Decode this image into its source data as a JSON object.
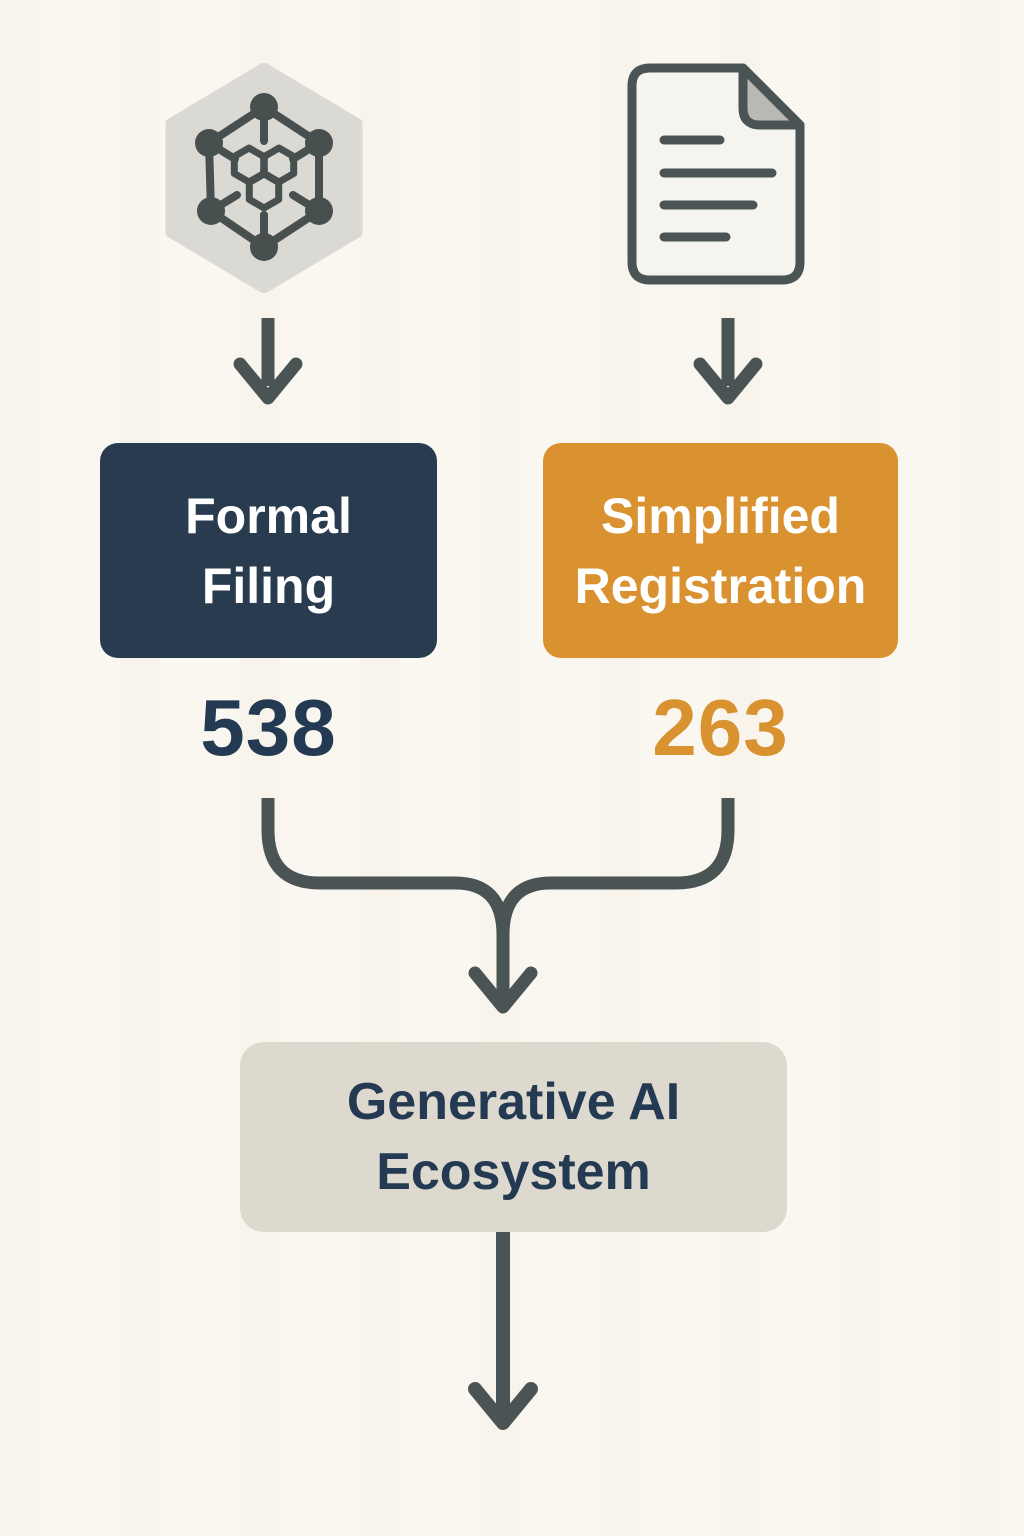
{
  "diagram": {
    "type": "flowchart-infographic",
    "palette": {
      "background": "#faf7f0",
      "navy_box": "#293b4e",
      "orange_box": "#d9922f",
      "navy_text": "#243a52",
      "orange_text": "#d8922f",
      "connector_slate": "#4b5454",
      "ecosystem_box_bg": "#ddd9ce",
      "icon_badge_bg": "#dbd9d3",
      "document_fill": "#f6f4ee",
      "document_fold": "#b9b9b5"
    },
    "branch_left": {
      "icon": "network-hexagon-icon",
      "label_lines": [
        "Formal",
        "Filing"
      ],
      "count": "538"
    },
    "branch_right": {
      "icon": "document-icon",
      "label_lines": [
        "Simplified",
        "Registration"
      ],
      "count": "263"
    },
    "merge_target": {
      "label_lines": [
        "Generative AI",
        "Ecosystem"
      ]
    },
    "connectors": [
      "arrow-down-from-network-icon",
      "arrow-down-from-document-icon",
      "merge-funnel-arrow",
      "arrow-down-from-ecosystem"
    ]
  }
}
